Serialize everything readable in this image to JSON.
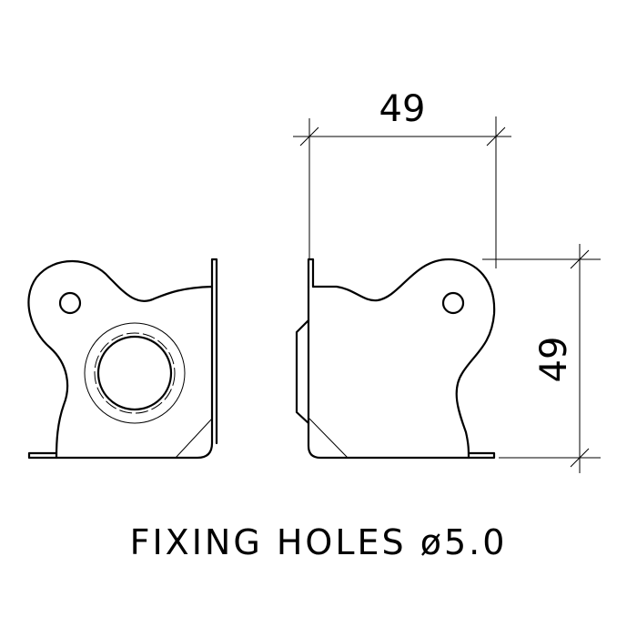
{
  "dimensions": {
    "width_label": "49",
    "height_label": "49"
  },
  "caption": "FIXING HOLES ø5.0"
}
